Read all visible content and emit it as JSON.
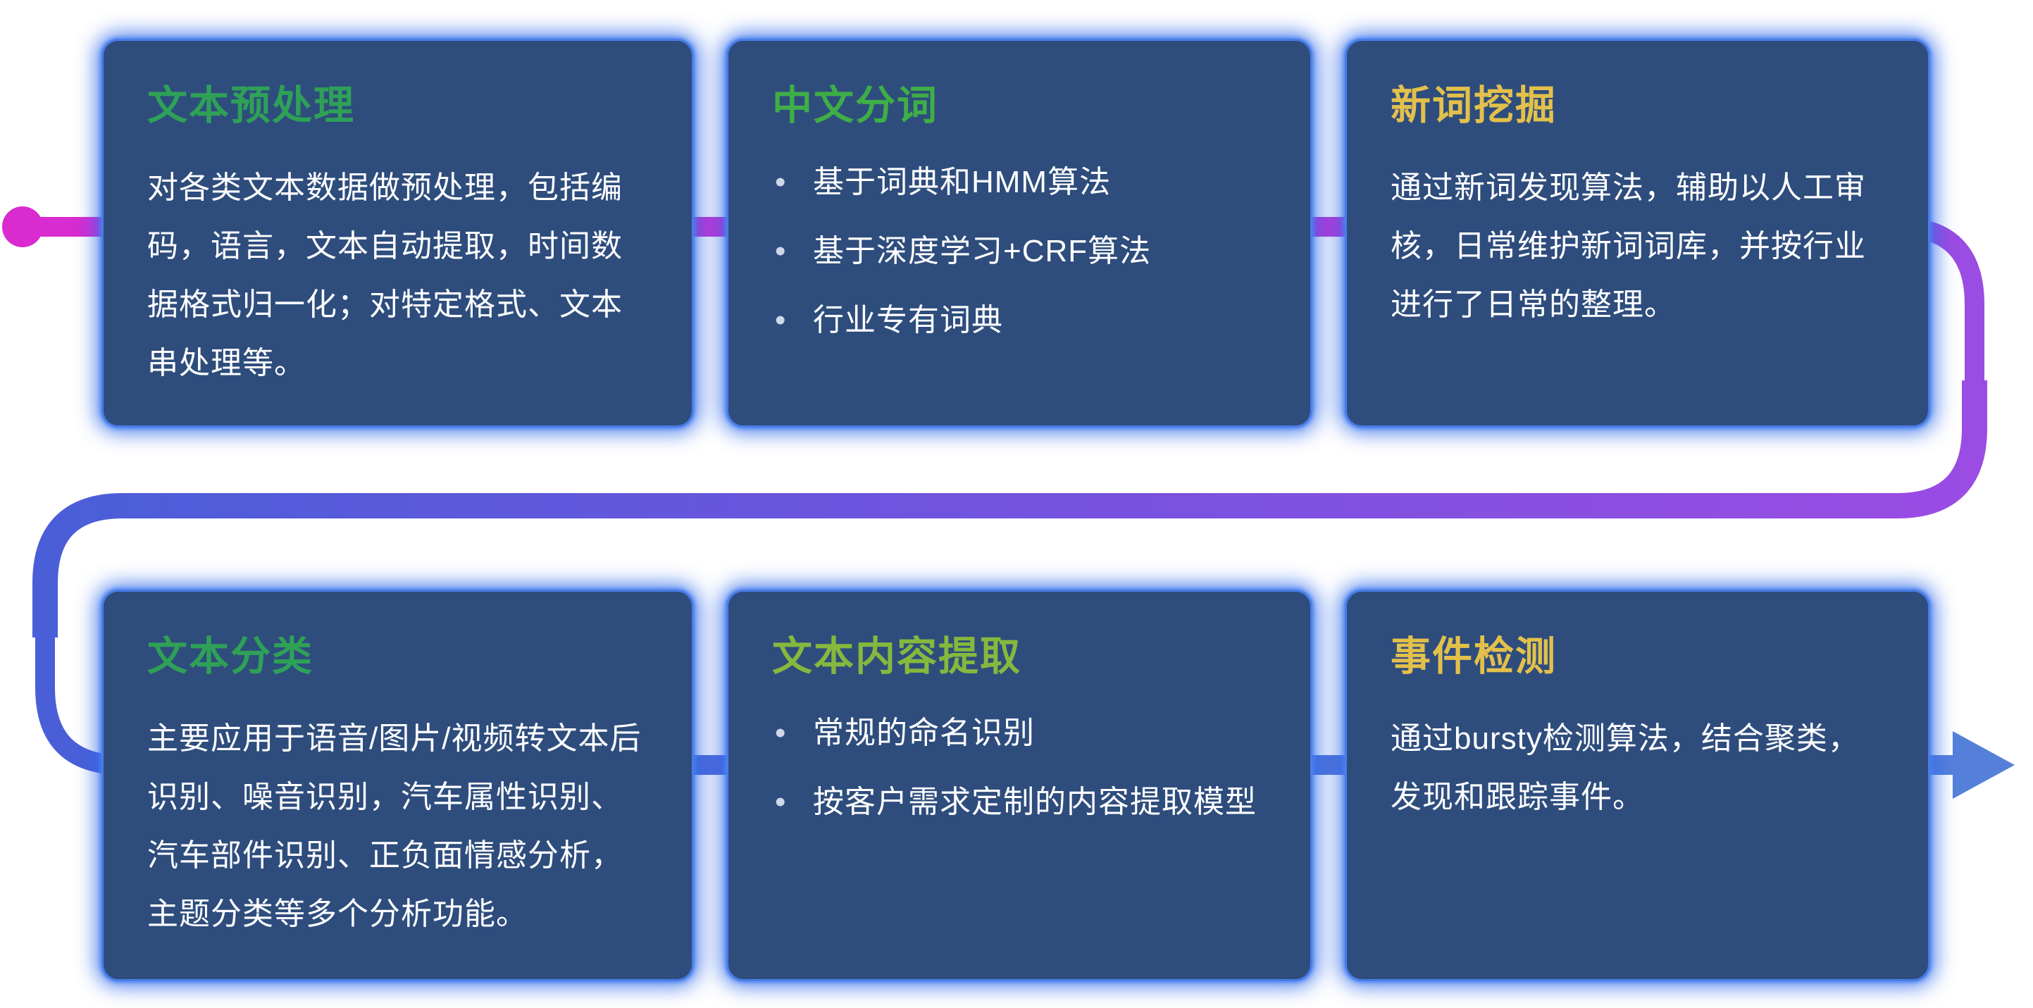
{
  "theme": {
    "page-bg": "#ffffff",
    "card-bg": "#2e4d7d",
    "card-border": "#4a7de8",
    "card-glow": "#2f6ae8",
    "body-text": "#ffffff",
    "title-green": "#2ea157",
    "title-green-bright": "#3fae46",
    "title-lime": "#86b83e",
    "title-gold": "#e3c04b",
    "flow-magenta": "#d92bd0",
    "flow-violet": "#b83ad8",
    "flow-purple": "#9a4ce3",
    "flow-indigo": "#6f54de",
    "flow-blue": "#4a5ed8",
    "flow-steel": "#5580da"
  },
  "flow": {
    "start_marker": "magenta-dot",
    "end_marker": "right-arrow",
    "description": "serpentine pipeline connector from magenta to blue"
  },
  "cards": [
    {
      "title": "文本预处理",
      "body": "对各类文本数据做预处理，包括编码，语言，文本自动提取，时间数据格式归一化；对特定格式、文本串处理等。",
      "bullets": []
    },
    {
      "title": "中文分词",
      "body": "",
      "bullets": [
        "基于词典和HMM算法",
        "基于深度学习+CRF算法",
        "行业专有词典"
      ]
    },
    {
      "title": "新词挖掘",
      "body": "通过新词发现算法，辅助以人工审核，日常维护新词词库，并按行业进行了日常的整理。",
      "bullets": []
    },
    {
      "title": "文本分类",
      "body": "主要应用于语音/图片/视频转文本后识别、噪音识别，汽车属性识别、汽车部件识别、正负面情感分析，主题分类等多个分析功能。",
      "bullets": []
    },
    {
      "title": "文本内容提取",
      "body": "",
      "bullets": [
        "常规的命名识别",
        "按客户需求定制的内容提取模型"
      ]
    },
    {
      "title": "事件检测",
      "body": "通过bursty检测算法，结合聚类，发现和跟踪事件。",
      "bullets": []
    }
  ]
}
